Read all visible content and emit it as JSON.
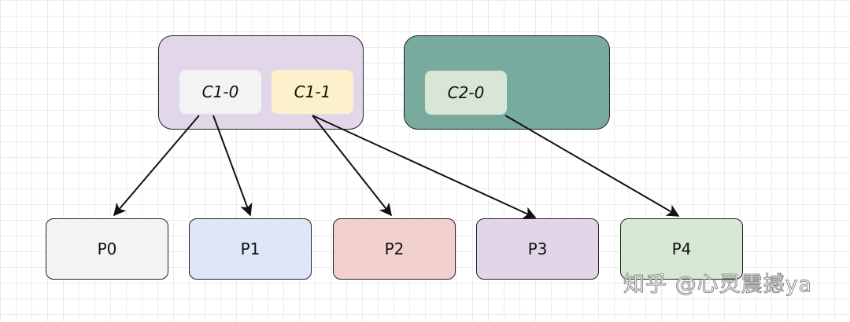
{
  "consumer_groups": [
    {
      "id": "group-1",
      "fill": "#e2d6e9",
      "consumers": [
        {
          "label": "C1-0",
          "fill": "#f3f3f3"
        },
        {
          "label": "C1-1",
          "fill": "#fdf1cc"
        }
      ]
    },
    {
      "id": "group-2",
      "fill": "#78aa9d",
      "consumers": [
        {
          "label": "C2-0",
          "fill": "#d8e6d6"
        }
      ]
    }
  ],
  "partitions": [
    {
      "label": "P0",
      "fill": "#f3f3f3"
    },
    {
      "label": "P1",
      "fill": "#dde7f8"
    },
    {
      "label": "P2",
      "fill": "#f2d0ce"
    },
    {
      "label": "P3",
      "fill": "#e1d6e8"
    },
    {
      "label": "P4",
      "fill": "#d7e8d4"
    }
  ],
  "assignments": [
    {
      "from": "C1-0",
      "to": "P0"
    },
    {
      "from": "C1-0",
      "to": "P1"
    },
    {
      "from": "C1-1",
      "to": "P2"
    },
    {
      "from": "C1-1",
      "to": "P3"
    },
    {
      "from": "C2-0",
      "to": "P4"
    }
  ],
  "watermark": "知乎 @心灵震撼ya"
}
